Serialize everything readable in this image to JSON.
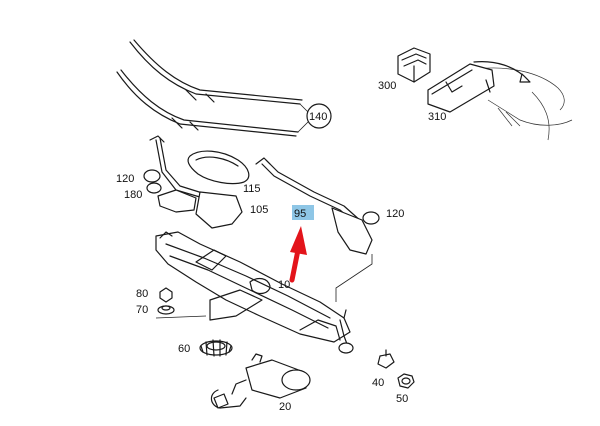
{
  "labels": {
    "p300": "300",
    "p310": "310",
    "p140": "140",
    "p120a": "120",
    "p180": "180",
    "p115": "115",
    "p105": "105",
    "p95": "95",
    "p120b": "120",
    "p10": "10",
    "p80": "80",
    "p70": "70",
    "p60": "60",
    "p40": "40",
    "p50": "50",
    "p20": "20"
  },
  "colors": {
    "highlight": "#8ec6e6",
    "arrow": "#e3141b",
    "line": "#1a1a1a"
  },
  "icons": {
    "arrow": "red-arrow-pointer"
  }
}
